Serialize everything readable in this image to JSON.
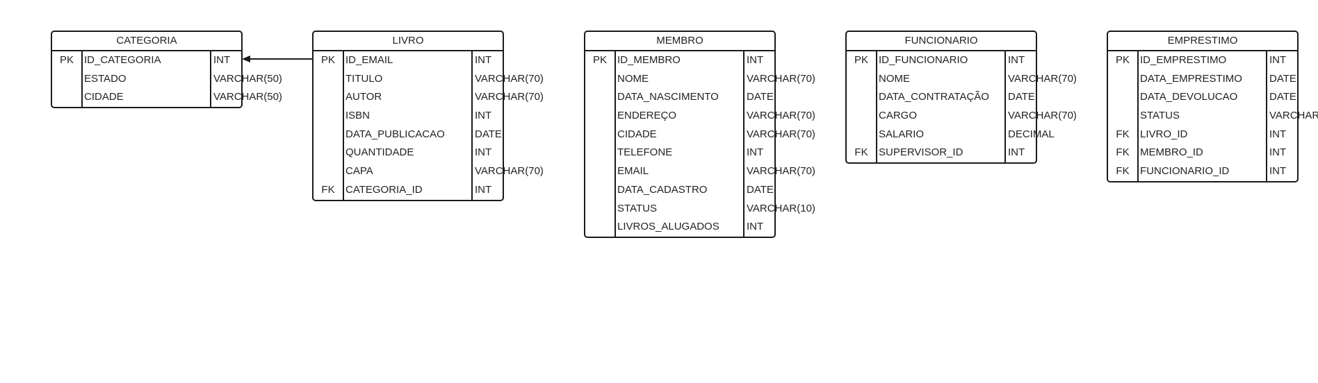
{
  "entities": [
    {
      "name": "CATEGORIA",
      "rows": [
        {
          "key": "PK",
          "field": "ID_CATEGORIA",
          "type": "INT"
        },
        {
          "key": "",
          "field": "ESTADO",
          "type": "VARCHAR(50)"
        },
        {
          "key": "",
          "field": "CIDADE",
          "type": "VARCHAR(50)"
        }
      ]
    },
    {
      "name": "LIVRO",
      "rows": [
        {
          "key": "PK",
          "field": "ID_EMAIL",
          "type": "INT"
        },
        {
          "key": "",
          "field": "TITULO",
          "type": "VARCHAR(70)"
        },
        {
          "key": "",
          "field": "AUTOR",
          "type": "VARCHAR(70)"
        },
        {
          "key": "",
          "field": "ISBN",
          "type": "INT"
        },
        {
          "key": "",
          "field": "DATA_PUBLICACAO",
          "type": "DATE"
        },
        {
          "key": "",
          "field": "QUANTIDADE",
          "type": "INT"
        },
        {
          "key": "",
          "field": "CAPA",
          "type": "VARCHAR(70)"
        },
        {
          "key": "FK",
          "field": "CATEGORIA_ID",
          "type": "INT"
        }
      ]
    },
    {
      "name": "MEMBRO",
      "rows": [
        {
          "key": "PK",
          "field": "ID_MEMBRO",
          "type": "INT"
        },
        {
          "key": "",
          "field": "NOME",
          "type": "VARCHAR(70)"
        },
        {
          "key": "",
          "field": "DATA_NASCIMENTO",
          "type": "DATE"
        },
        {
          "key": "",
          "field": "ENDEREÇO",
          "type": "VARCHAR(70)"
        },
        {
          "key": "",
          "field": "CIDADE",
          "type": "VARCHAR(70)"
        },
        {
          "key": "",
          "field": "TELEFONE",
          "type": "INT"
        },
        {
          "key": "",
          "field": "EMAIL",
          "type": "VARCHAR(70)"
        },
        {
          "key": "",
          "field": "DATA_CADASTRO",
          "type": "DATE"
        },
        {
          "key": "",
          "field": "STATUS",
          "type": "VARCHAR(10)"
        },
        {
          "key": "",
          "field": "LIVROS_ALUGADOS",
          "type": "INT"
        }
      ]
    },
    {
      "name": "FUNCIONARIO",
      "rows": [
        {
          "key": "PK",
          "field": "ID_FUNCIONARIO",
          "type": "INT"
        },
        {
          "key": "",
          "field": "NOME",
          "type": "VARCHAR(70)"
        },
        {
          "key": "",
          "field": "DATA_CONTRATAÇÃO",
          "type": "DATE"
        },
        {
          "key": "",
          "field": "CARGO",
          "type": "VARCHAR(70)"
        },
        {
          "key": "",
          "field": "SALARIO",
          "type": "DECIMAL"
        },
        {
          "key": "FK",
          "field": "SUPERVISOR_ID",
          "type": "INT"
        }
      ]
    },
    {
      "name": "EMPRESTIMO",
      "rows": [
        {
          "key": "PK",
          "field": "ID_EMPRESTIMO",
          "type": "INT"
        },
        {
          "key": "",
          "field": "DATA_EMPRESTIMO",
          "type": "DATE"
        },
        {
          "key": "",
          "field": "DATA_DEVOLUCAO",
          "type": "DATE"
        },
        {
          "key": "",
          "field": "STATUS",
          "type": "VARCHAR"
        },
        {
          "key": "FK",
          "field": "LIVRO_ID",
          "type": "INT"
        },
        {
          "key": "FK",
          "field": "MEMBRO_ID",
          "type": "INT"
        },
        {
          "key": "FK",
          "field": "FUNCIONARIO_ID",
          "type": "INT"
        }
      ]
    }
  ],
  "colors": {
    "line": "#1a1a1a",
    "text": "#222222",
    "background": "#ffffff"
  }
}
